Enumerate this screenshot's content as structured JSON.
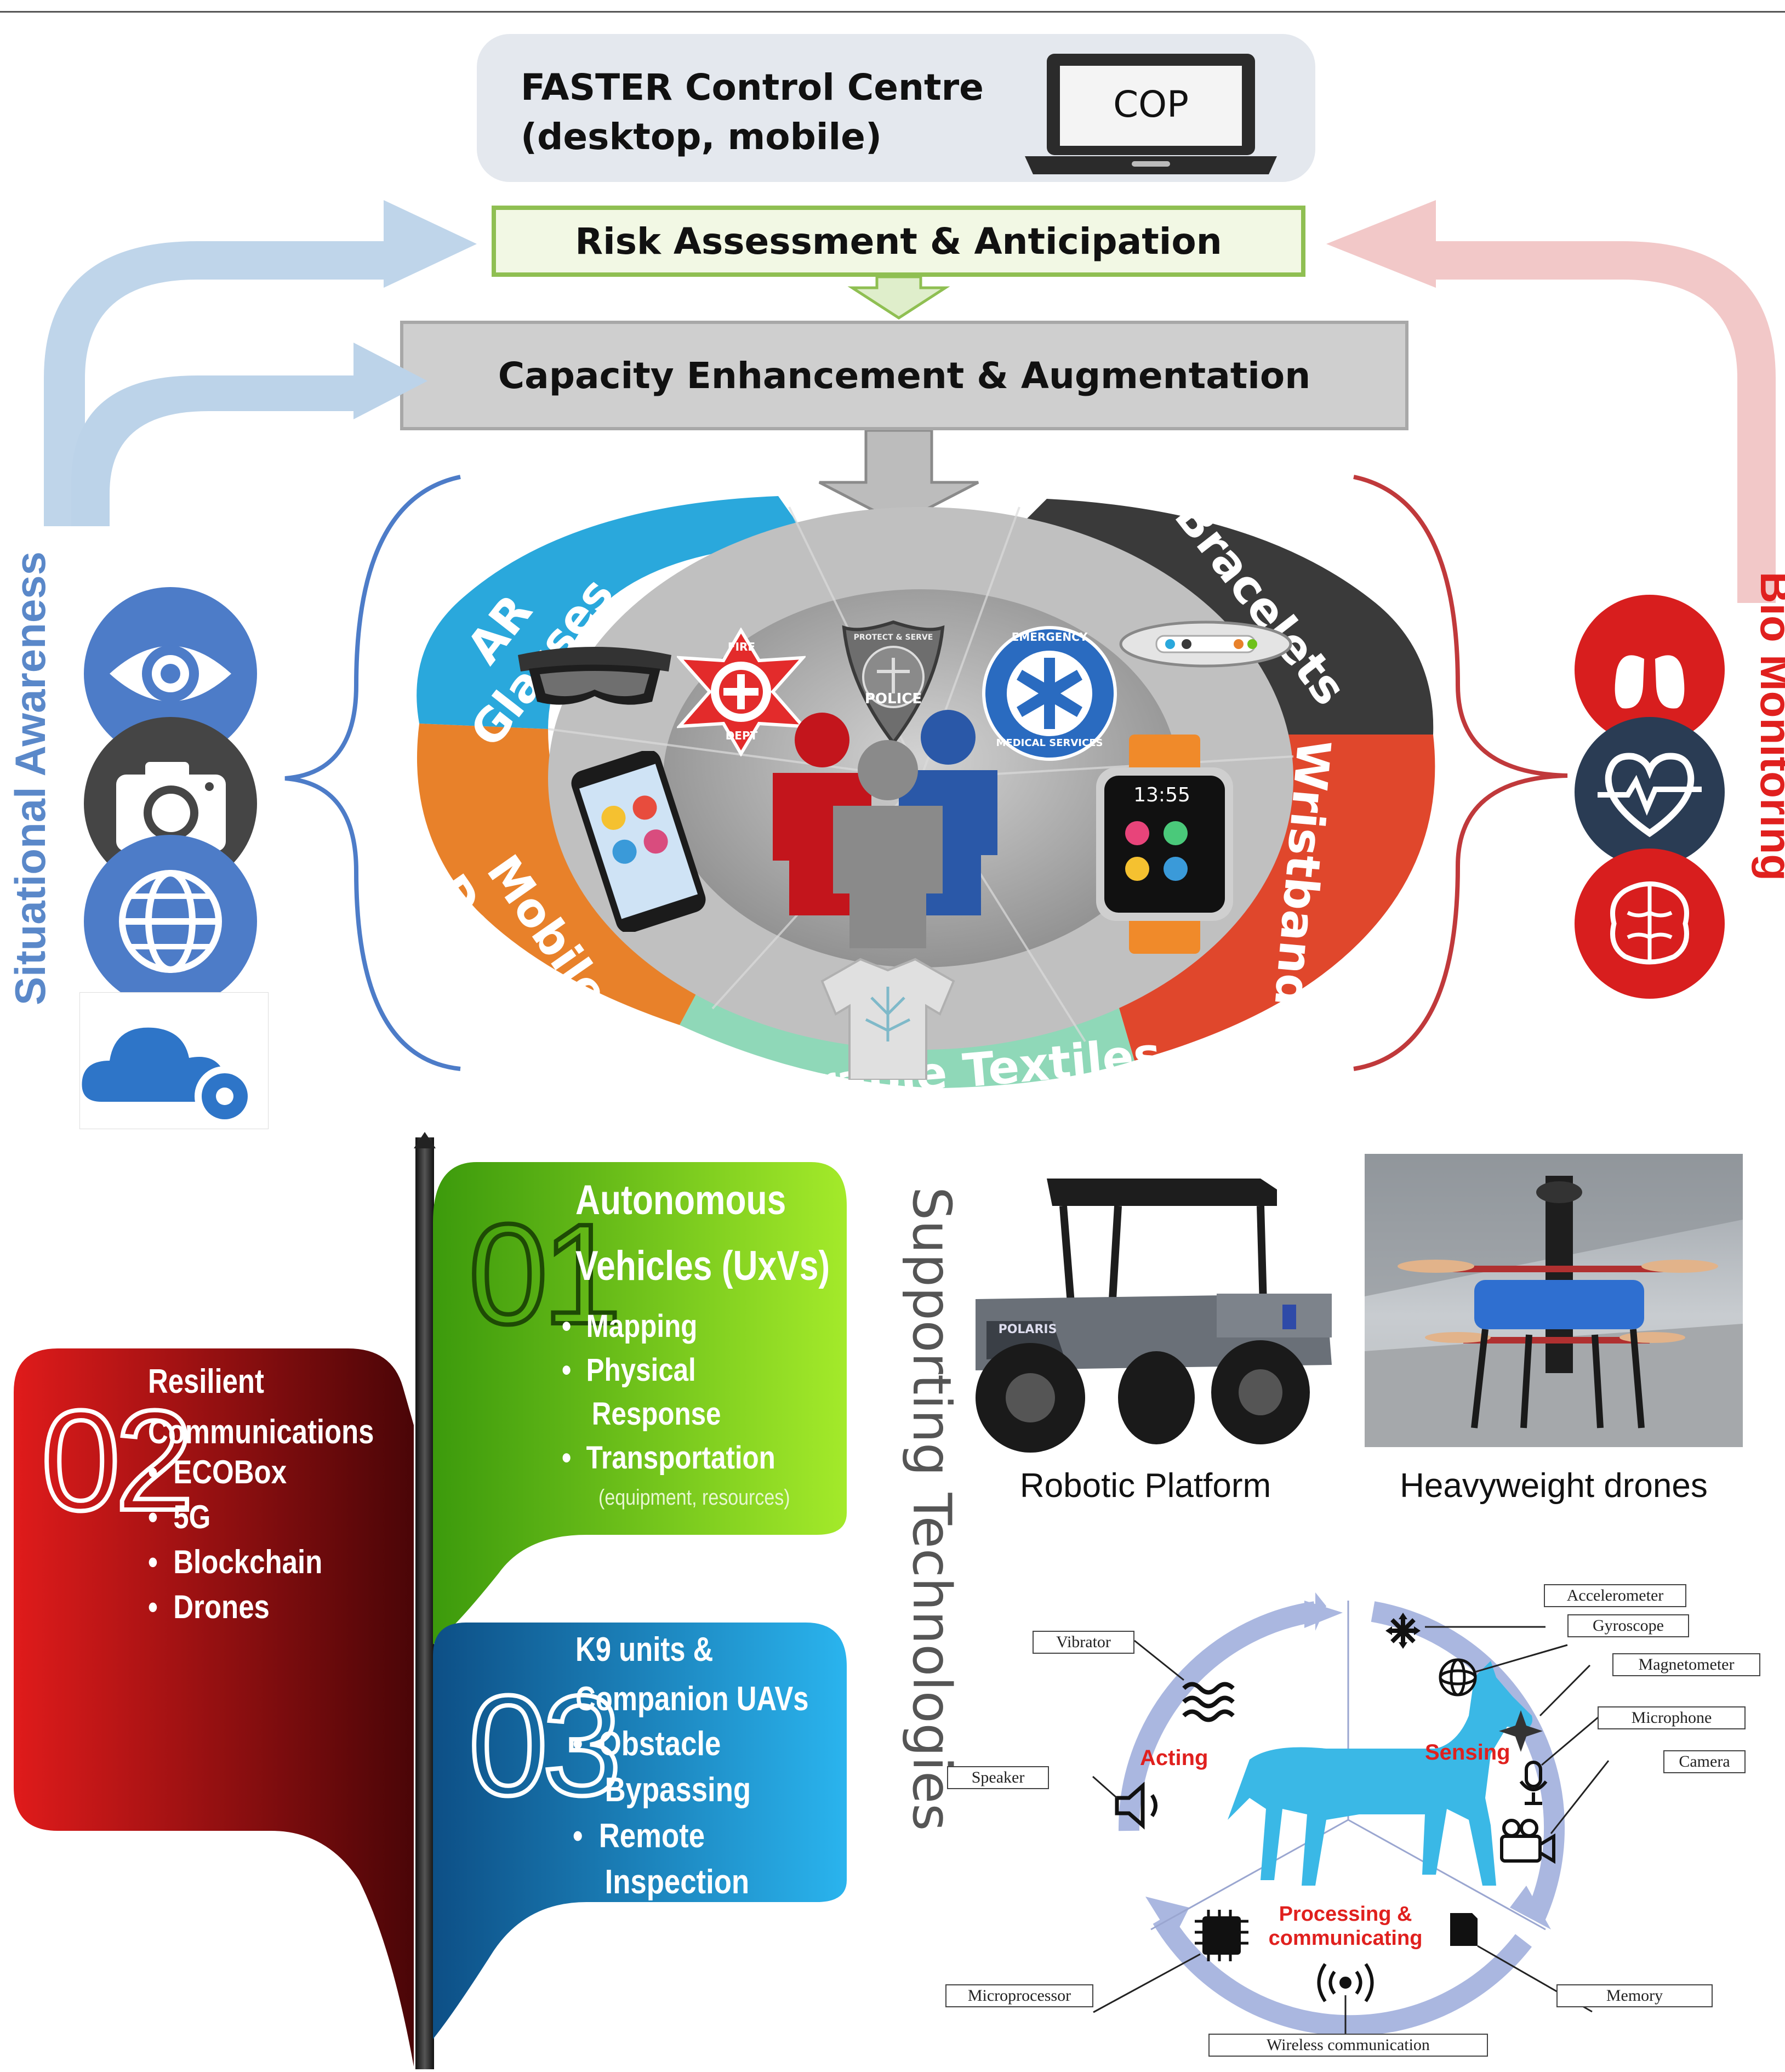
{
  "top": {
    "control_centre_line1": "FASTER Control Centre",
    "control_centre_line2": "(desktop, mobile)",
    "laptop_screen": "COP",
    "risk_box": "Risk Assessment & Anticipation",
    "capacity_box": "Capacity Enhancement & Augmentation"
  },
  "side": {
    "left_title": "Situational Awareness",
    "right_title": "Bio Monitoring"
  },
  "wheel": {
    "segments": [
      "AR Glasses",
      "Bracelets",
      "Wristbands",
      "Wearable Textiles",
      "Mobile Devices"
    ],
    "badges": {
      "fire_line1": "FIRE",
      "fire_line2": "DEPT",
      "police": "POLICE",
      "police_top": "PROTECT & SERVE",
      "ems_top": "EMERGENCY",
      "ems_bottom": "MEDICAL SERVICES"
    },
    "watch_time": "13:55"
  },
  "supporting": {
    "title": "Supporting Technologies",
    "item01": {
      "number": "01",
      "title_line1": "Autonomous",
      "title_line2": "Vehicles (UxVs)",
      "bullets": [
        "Mapping",
        "Physical",
        "Response",
        "Transportation"
      ],
      "note": "(equipment, resources)"
    },
    "item02": {
      "number": "02",
      "title_line1": "Resilient",
      "title_line2": "Communications",
      "bullets": [
        "ECOBox",
        "5G",
        "Blockchain",
        "Drones"
      ]
    },
    "item03": {
      "number": "03",
      "title_line1": "K9 units &",
      "title_line2": "Companion UAVs",
      "bullets": [
        "Obstacle",
        "Bypassing",
        "Remote",
        "Inspection"
      ]
    }
  },
  "photos": {
    "robotic_caption": "Robotic Platform",
    "drone_caption": "Heavyweight drones",
    "vehicle_badge": "POLARIS"
  },
  "k9": {
    "acting": "Acting",
    "sensing": "Sensing",
    "processing_line1": "Processing &",
    "processing_line2": "communicating",
    "labels": {
      "accelerometer": "Accelerometer",
      "gyroscope": "Gyroscope",
      "magnetometer": "Magnetometer",
      "microphone": "Microphone",
      "camera": "Camera",
      "vibrator": "Vibrator",
      "speaker": "Speaker",
      "microprocessor": "Microprocessor",
      "memory": "Memory",
      "wireless": "Wireless communication"
    }
  },
  "colors": {
    "ar": "#2aa8dc",
    "bracelets": "#3a3a3a",
    "wristbands": "#e0472c",
    "textiles": "#8fd8b8",
    "mobile": "#e8812a",
    "item01": "#6ec11a",
    "item02": "#b8111a",
    "item03": "#1a8fd0",
    "k9_ring": "#aab7e0",
    "dog": "#3ab8e6"
  }
}
